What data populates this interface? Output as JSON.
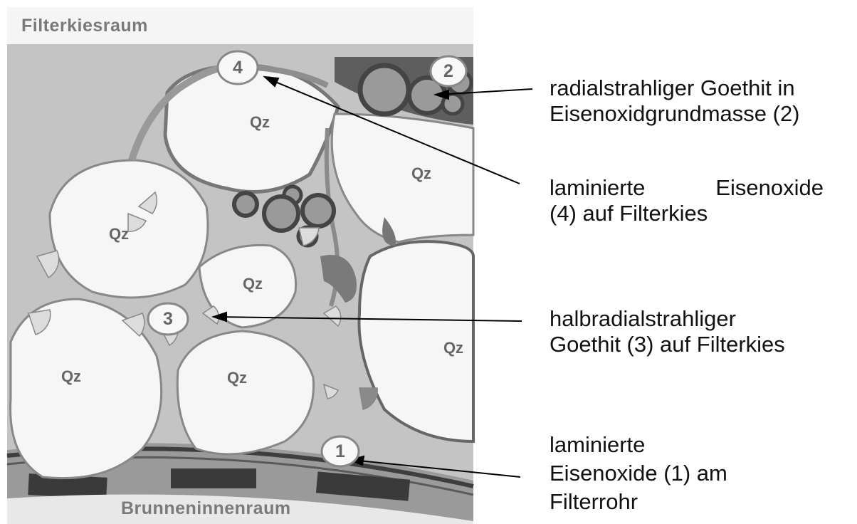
{
  "regions": {
    "top": "Filterkiesraum",
    "bottom": "Brunneninnenraum"
  },
  "grain_label": "Qz",
  "markers": [
    "4",
    "2",
    "3",
    "1"
  ],
  "legend": {
    "goethite_radial": [
      "radialstrahliger Goethit in",
      "Eisenoxidgrundmasse (2)"
    ],
    "laminated_gravel": [
      "laminierte",
      "Eisenoxide",
      "(4) auf Filterkies"
    ],
    "half_radial": [
      "halbradialstrahliger",
      "Goethit (3) auf Filterkies"
    ],
    "laminated_pipe": [
      "laminierte",
      "Eisenoxide (1) am",
      "Filterrohr"
    ]
  },
  "colors": {
    "background": "#ffffff",
    "pore_fill": "#bdbdbd",
    "grain_fill": "#f4f4f4",
    "iron_oxide": "#6e6e6e",
    "text": "#111111",
    "label_gray": "#7a7a7a"
  }
}
